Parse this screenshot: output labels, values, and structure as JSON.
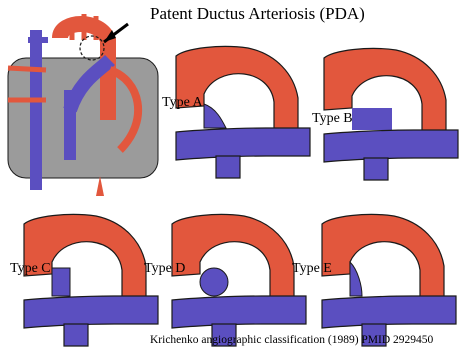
{
  "title": "Patent Ductus Arteriosis (PDA)",
  "caption": "Krichenko angiographic classification (1989) PMID 2929450",
  "types": [
    {
      "label": "Type A",
      "shape": "conical"
    },
    {
      "label": "Type B",
      "shape": "window"
    },
    {
      "label": "Type C",
      "shape": "tubular"
    },
    {
      "label": "Type D",
      "shape": "complex"
    },
    {
      "label": "Type E",
      "shape": "elongated"
    }
  ],
  "colors": {
    "aorta": "#e2573d",
    "pulmonary": "#5b4fc0",
    "outline": "#1a1a1a",
    "heart_body": "#9b9b9b"
  }
}
